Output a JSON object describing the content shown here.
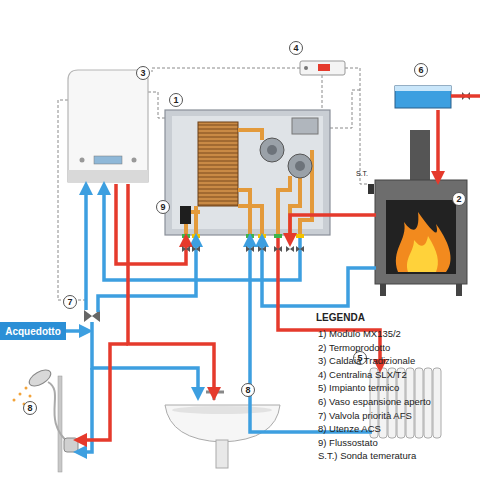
{
  "diagram": {
    "nodes": [
      {
        "text": [
          "Acquedotto"
        ]
      }
    ],
    "labels": [
      "4",
      "6",
      "3",
      "1",
      "S.T.",
      "2",
      "9",
      "7",
      "LEGENDA",
      "5",
      "8",
      "8"
    ],
    "legend": [
      {
        "text": "1) Modulo MX135/2"
      },
      {
        "text": "2) Termoprodotto"
      },
      {
        "text": "3) Caldaia Tradizionale"
      },
      {
        "text": "4) Centralina SLX/T2"
      },
      {
        "text": "5) Impianto termico"
      },
      {
        "text": "6) Vaso espansione aperto"
      },
      {
        "text": "7) Valvola priorità AFS"
      },
      {
        "text": "8) Utenze ACS"
      },
      {
        "text": "9) Flussostato"
      },
      {
        "text": "S.T.) Sonda temeratura"
      }
    ]
  }
}
